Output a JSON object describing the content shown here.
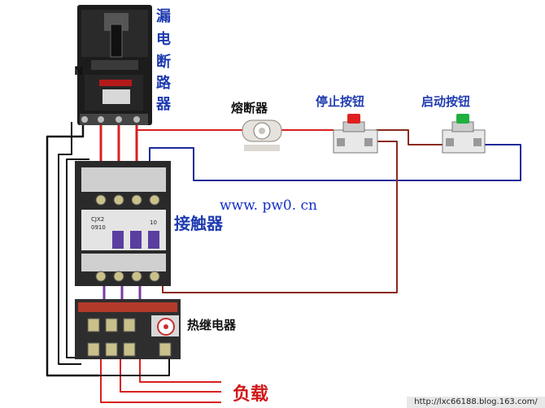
{
  "labels": {
    "breaker": [
      "漏",
      "电",
      "断",
      "路",
      "器"
    ],
    "neutral": "N",
    "fuse": "熔断器",
    "stop_button": "停止按钮",
    "start_button": "启动按钮",
    "contactor": "接触器",
    "thermal_relay": "热继电器",
    "load": "负载",
    "website": "www. pw0. cn",
    "credit": "http://lxc66188.blog.163.com/"
  },
  "device_marks": {
    "contactor_model": "CJX2",
    "contactor_rating": "0910",
    "contactor_terminal": "10"
  },
  "colors": {
    "phase_wire": "#d82020",
    "neutral_wire": "#111111",
    "control_wire": "#1c2a9a",
    "feedback_wire": "#8a2a1c",
    "load_wire": "#d82020",
    "label_blue": "#1f3bb0",
    "label_red": "#d01818",
    "stop_cap": "#e02020",
    "start_cap": "#20b040"
  }
}
